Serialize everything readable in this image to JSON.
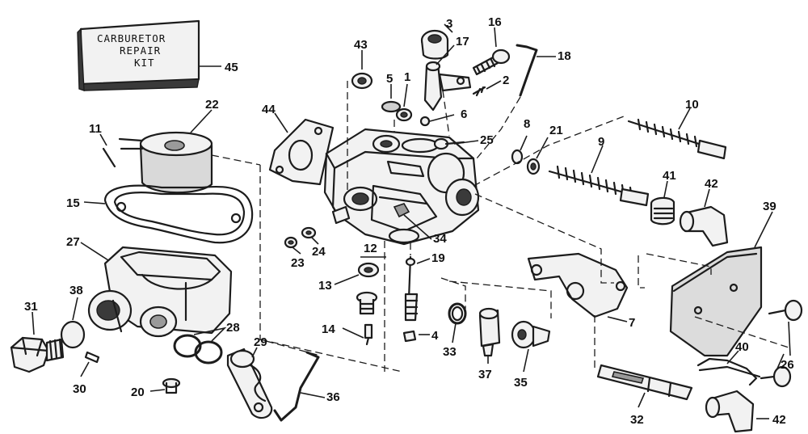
{
  "kit_box": {
    "lines": [
      "CARBURETOR",
      "REPAIR",
      "KIT"
    ]
  },
  "callouts": {
    "c1": "1",
    "c2": "2",
    "c3": "3",
    "c4": "4",
    "c5": "5",
    "c6": "6",
    "c7": "7",
    "c8": "8",
    "c9": "9",
    "c10": "10",
    "c11": "11",
    "c12": "12",
    "c13": "13",
    "c14": "14",
    "c15": "15",
    "c16": "16",
    "c17": "17",
    "c18": "18",
    "c19": "19",
    "c20": "20",
    "c21": "21",
    "c22": "22",
    "c23": "23",
    "c24": "24",
    "c25": "25",
    "c26": "26",
    "c27": "27",
    "c28": "28",
    "c29": "29",
    "c30": "30",
    "c31": "31",
    "c32": "32",
    "c33": "33",
    "c34": "34",
    "c35": "35",
    "c36": "36",
    "c37": "37",
    "c38": "38",
    "c39": "39",
    "c40": "40",
    "c41": "41",
    "c42a": "42",
    "c42b": "42",
    "c43": "43",
    "c44": "44",
    "c45": "45"
  }
}
